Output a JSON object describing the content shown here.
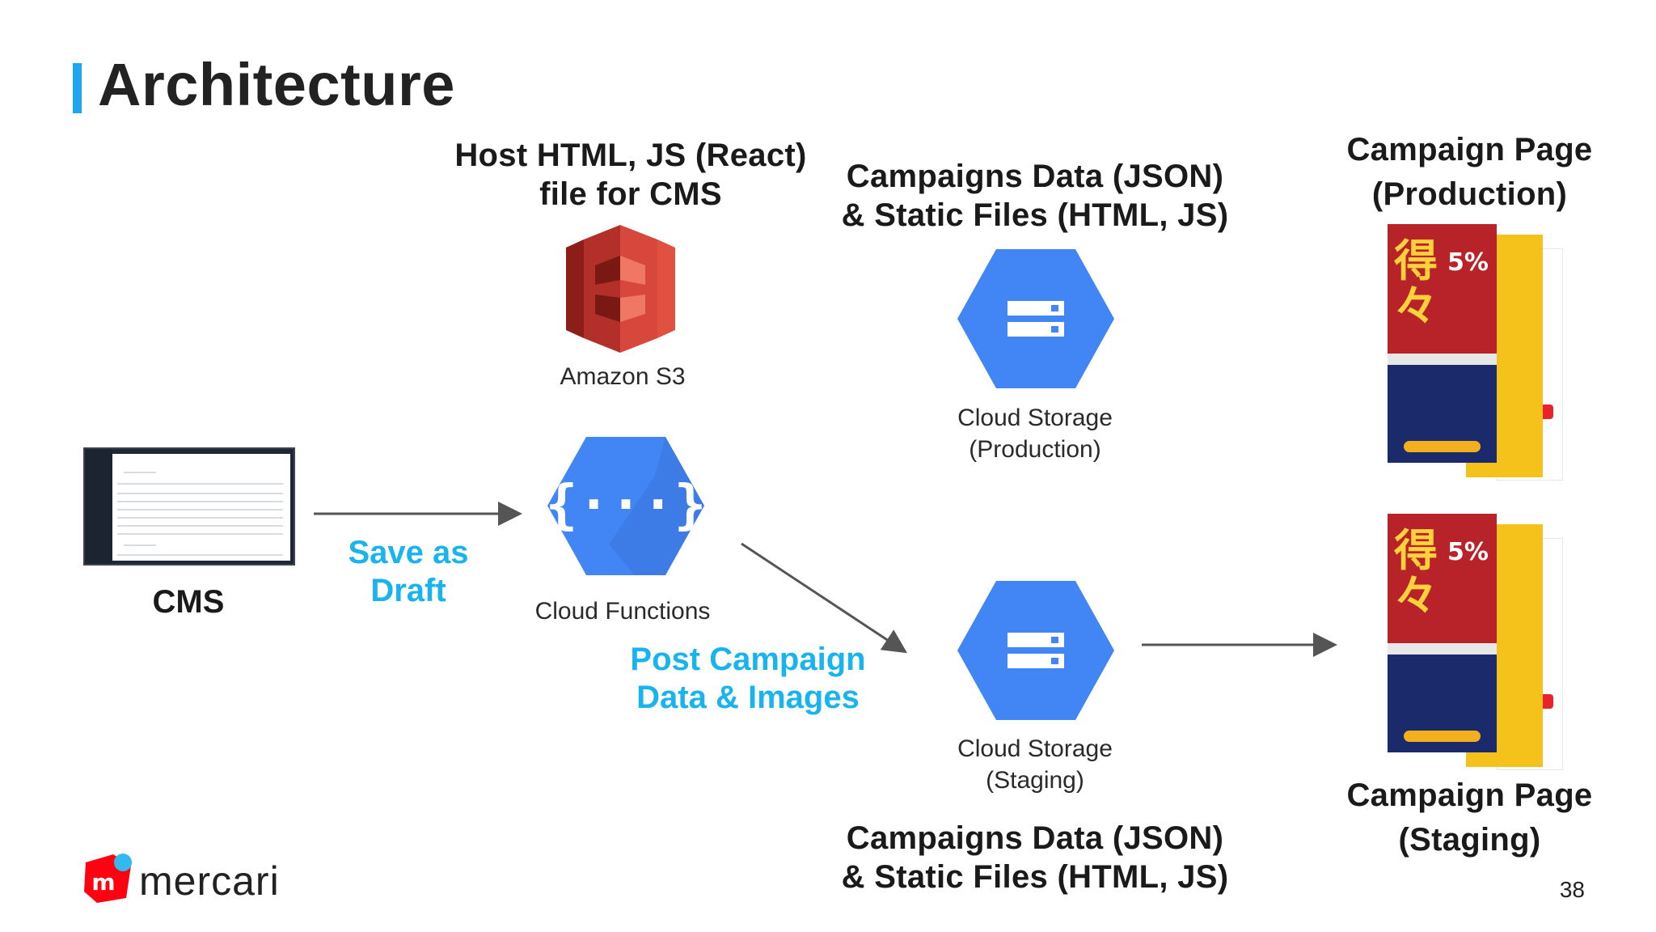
{
  "slide": {
    "title": "Architecture",
    "page_number": "38",
    "brand": {
      "name": "mercari",
      "logo_letter": "m"
    }
  },
  "nodes": {
    "cms": {
      "label": "CMS"
    },
    "s3": {
      "heading": "Host HTML, JS (React)\nfile for CMS",
      "label": "Amazon S3"
    },
    "functions": {
      "label": "Cloud Functions"
    },
    "storage_prod": {
      "heading": "Campaigns Data (JSON)\n& Static Files (HTML, JS)",
      "label": "Cloud Storage\n(Production)"
    },
    "storage_staging": {
      "heading": "Campaigns Data (JSON)\n& Static Files (HTML, JS)",
      "label": "Cloud Storage\n(Staging)"
    },
    "page_prod": {
      "heading": "Campaign Page\n(Production)"
    },
    "page_staging": {
      "heading": "Campaign Page\n(Staging)"
    }
  },
  "edges": {
    "save_draft": {
      "label": "Save as\nDraft"
    },
    "post_campaign": {
      "label": "Post Campaign\nData & Images"
    }
  },
  "colors": {
    "accent": "#1fa6ee",
    "action_text": "#19b4ee",
    "gcp_blue": "#4285f4",
    "aws_red": "#c7372f",
    "brand_red": "#ff0211"
  }
}
